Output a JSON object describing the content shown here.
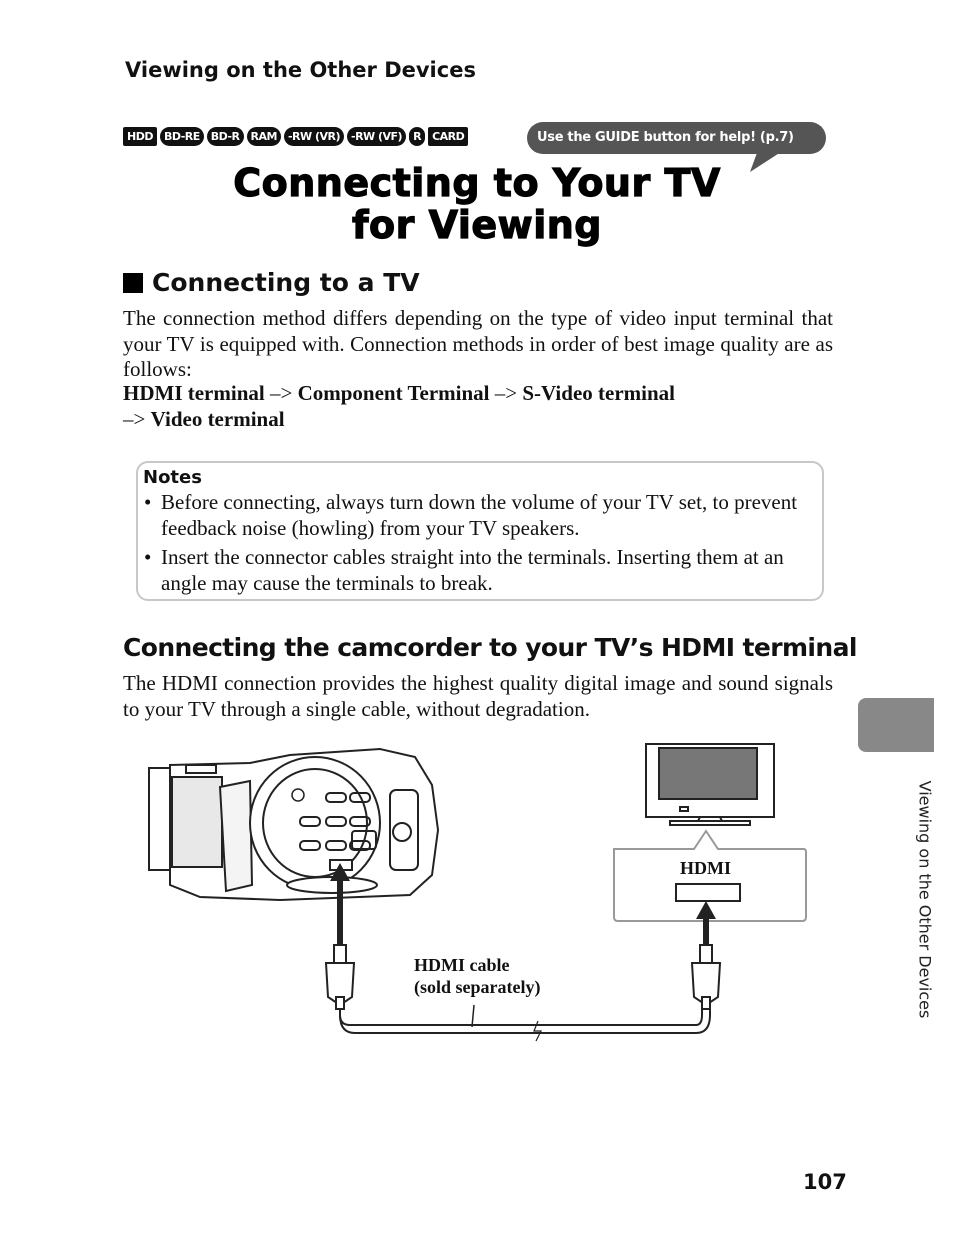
{
  "running_head": "Viewing on the Other Devices",
  "media_badges": [
    "HDD",
    "BD-RE",
    "BD-R",
    "RAM",
    "-RW (VR)",
    "-RW (VF)",
    "R",
    "CARD"
  ],
  "guide_hint": "Use the GUIDE button for help!  (p.7)",
  "title_line1": "Connecting to Your TV",
  "title_line2": "for Viewing",
  "section_heading": "Connecting to a TV",
  "intro_paragraph": "The connection method differs depending on the type of video input terminal that your TV is equipped with. Connection methods in order of best image quality are as follows:",
  "connection_order": {
    "hdmi": "HDMI terminal",
    "component": "Component Terminal",
    "svideo": "S-Video terminal",
    "video": "Video terminal",
    "arrow": "–>"
  },
  "notes": {
    "title": "Notes",
    "items": [
      "Before connecting, always turn down the volume of your TV set, to prevent feedback noise (howling) from your TV speakers.",
      "Insert the connector cables straight into the terminals. Inserting them at an angle may cause the terminals to break."
    ]
  },
  "subsection_heading": "Connecting the camcorder to your TV’s HDMI terminal",
  "hdmi_paragraph": "The HDMI connection provides the highest quality digital image and sound signals to your TV through a single cable, without degradation.",
  "diagram": {
    "tv_terminal_label": "HDMI",
    "cable_label_line1": "HDMI cable",
    "cable_label_line2": "(sold separately)"
  },
  "side_tab_text": "Viewing on the Other Devices",
  "page_number": "107"
}
